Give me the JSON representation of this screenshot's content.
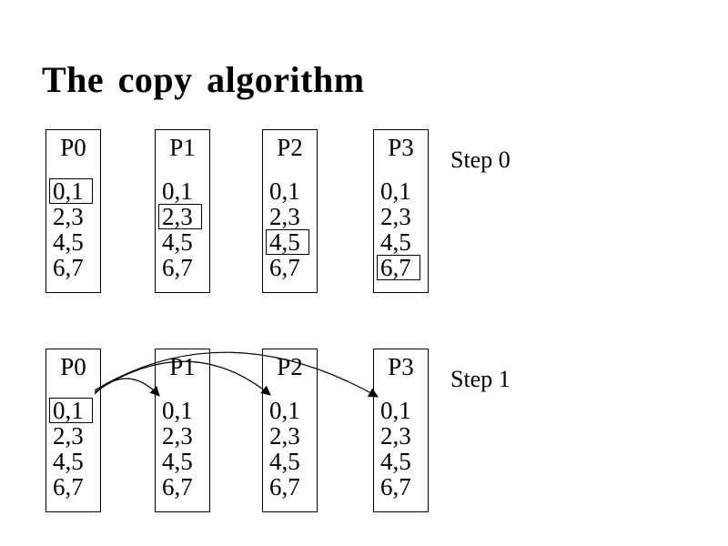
{
  "title": "The copy algorithm",
  "steps": [
    {
      "label": "Step 0",
      "processors": [
        {
          "name": "P0",
          "rows": [
            "0,1",
            "2,3",
            "4,5",
            "6,7"
          ],
          "highlight": 0
        },
        {
          "name": "P1",
          "rows": [
            "0,1",
            "2,3",
            "4,5",
            "6,7"
          ],
          "highlight": 1
        },
        {
          "name": "P2",
          "rows": [
            "0,1",
            "2,3",
            "4,5",
            "6,7"
          ],
          "highlight": 2
        },
        {
          "name": "P3",
          "rows": [
            "0,1",
            "2,3",
            "4,5",
            "6,7"
          ],
          "highlight": 3
        }
      ],
      "arrows": []
    },
    {
      "label": "Step 1",
      "processors": [
        {
          "name": "P0",
          "rows": [
            "0,1",
            "2,3",
            "4,5",
            "6,7"
          ],
          "highlight": 0
        },
        {
          "name": "P1",
          "rows": [
            "0,1",
            "2,3",
            "4,5",
            "6,7"
          ],
          "highlight": null
        },
        {
          "name": "P2",
          "rows": [
            "0,1",
            "2,3",
            "4,5",
            "6,7"
          ],
          "highlight": null
        },
        {
          "name": "P3",
          "rows": [
            "0,1",
            "2,3",
            "4,5",
            "6,7"
          ],
          "highlight": null
        }
      ],
      "arrows": [
        {
          "from": "P0",
          "to": "P1",
          "value": "0,1"
        },
        {
          "from": "P0",
          "to": "P2",
          "value": "0,1"
        },
        {
          "from": "P0",
          "to": "P3",
          "value": "0,1"
        }
      ]
    }
  ],
  "colors": {
    "foreground": "#000000",
    "background": "#ffffff"
  }
}
